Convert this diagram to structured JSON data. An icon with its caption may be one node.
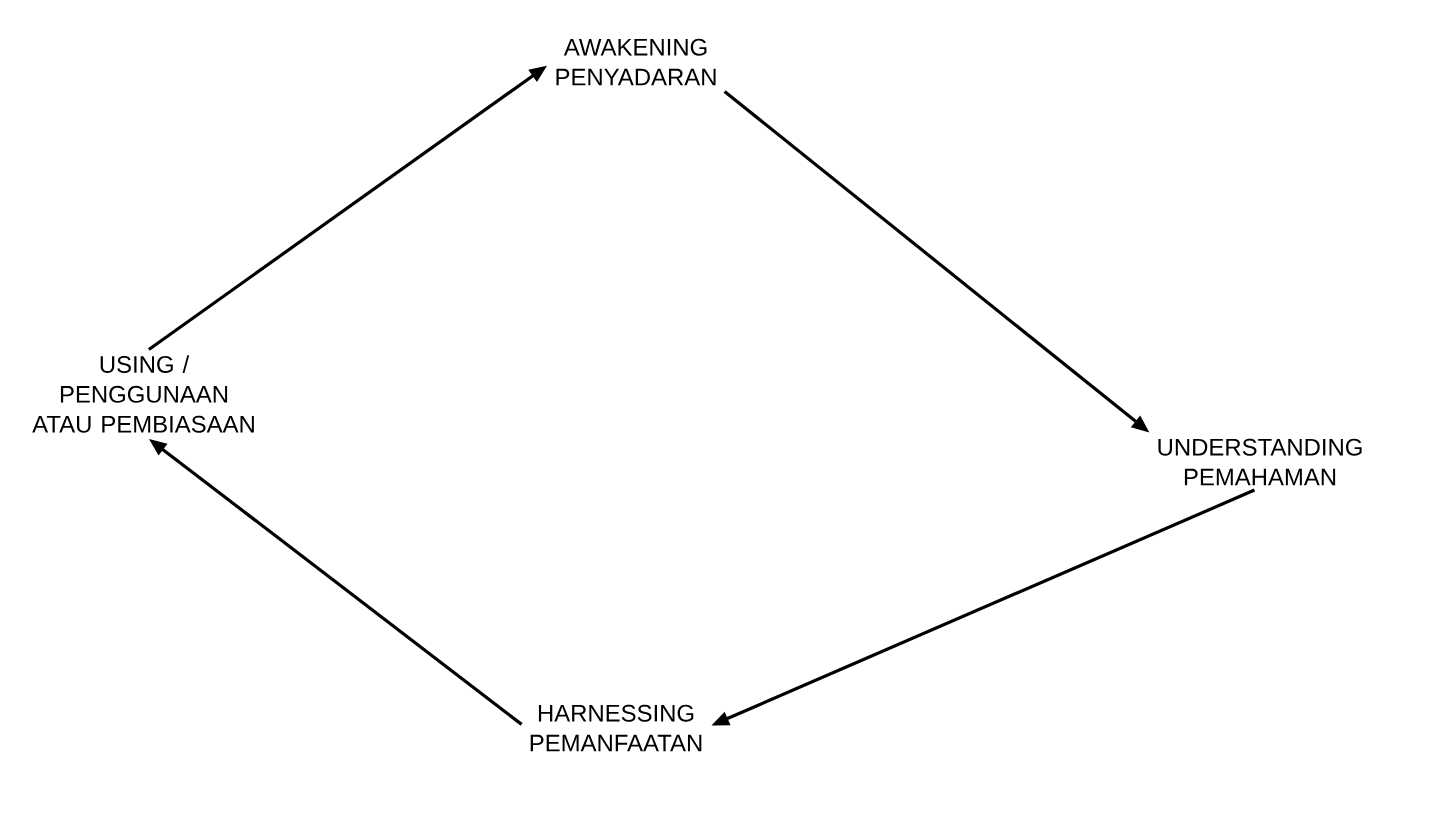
{
  "diagram": {
    "nodes": [
      {
        "text": [
          "AWAKENING",
          "PENYADARAN"
        ]
      },
      {
        "text": [
          "UNDERSTANDING",
          "PEMAHAMAN"
        ]
      },
      {
        "text": [
          "HARNESSING",
          "PEMANFAATAN"
        ]
      },
      {
        "text": [
          "USING /",
          "PENGGUNAAN ATAU PEMBIASAAN"
        ]
      }
    ],
    "edges": [
      {
        "from": 0,
        "to": 1,
        "arrow": "to"
      },
      {
        "from": 1,
        "to": 2,
        "arrow": "to"
      },
      {
        "from": 2,
        "to": 3,
        "arrow": "to"
      },
      {
        "from": 3,
        "to": 0,
        "arrow": "to"
      }
    ]
  }
}
